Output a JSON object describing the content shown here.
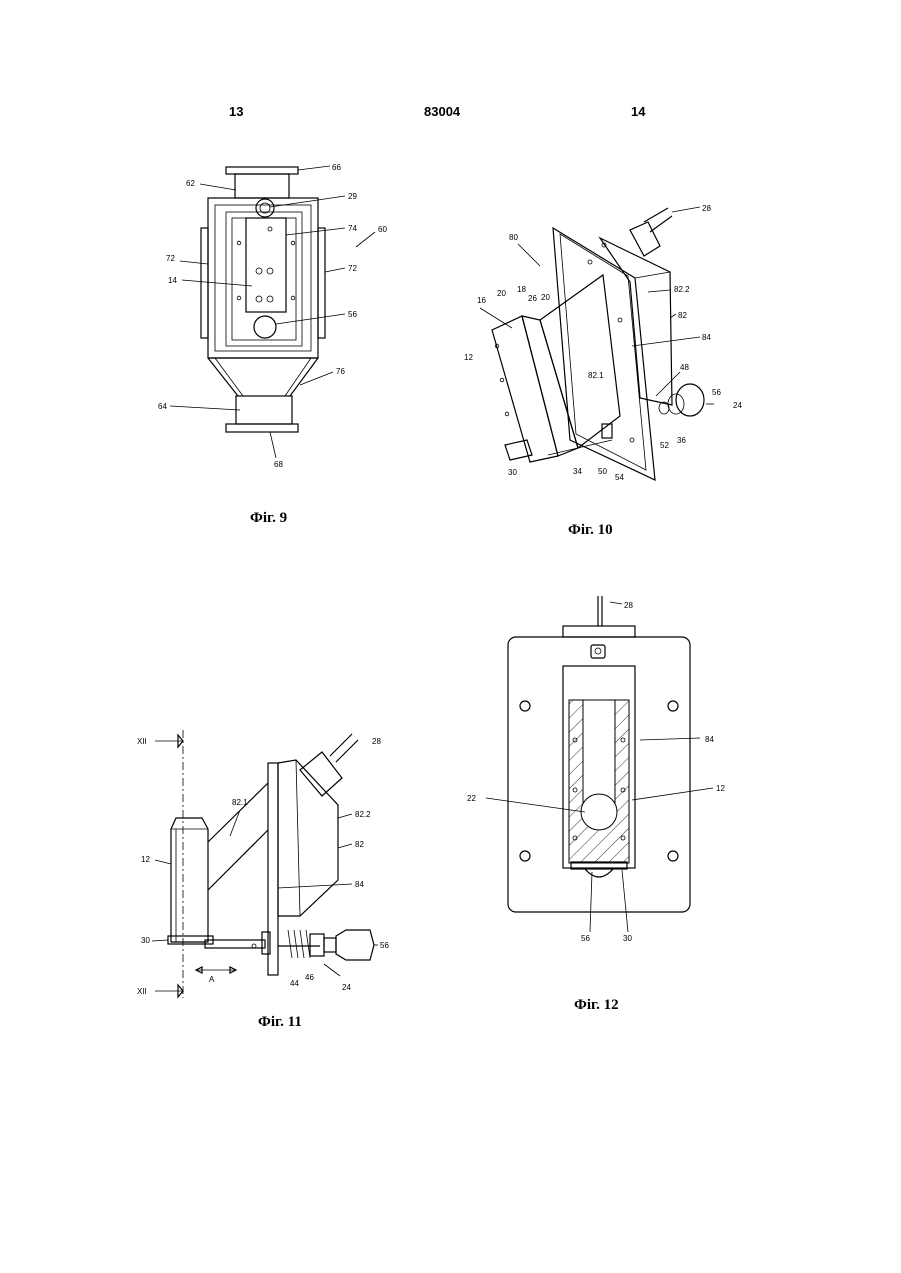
{
  "header": {
    "left_page": "13",
    "patent_number": "83004",
    "right_page": "14"
  },
  "figures": [
    {
      "caption": "Фіг. 9",
      "labels": {
        "l66": "66",
        "l62": "62",
        "l29": "29",
        "l74": "74",
        "l60": "60",
        "l72a": "72",
        "l72b": "72",
        "l14": "14",
        "l56": "56",
        "l76": "76",
        "l64": "64",
        "l68": "68"
      }
    },
    {
      "caption": "Фіг. 10",
      "labels": {
        "l28": "28",
        "l80": "80",
        "l822": "82.2",
        "l82": "82",
        "l20a": "20",
        "l18": "18",
        "l26": "26",
        "l20b": "20",
        "l16": "16",
        "l12": "12",
        "l821": "82.1",
        "l84": "84",
        "l48": "48",
        "l56": "56",
        "l24": "24",
        "l52": "52",
        "l36": "36",
        "l30": "30",
        "l34": "34",
        "l50": "50",
        "l54": "54"
      }
    },
    {
      "caption": "Фіг. 11",
      "labels": {
        "lXIIt": "XII",
        "l28": "28",
        "l821": "82.1",
        "l822": "82.2",
        "l12": "12",
        "l82": "82",
        "l84": "84",
        "l30": "30",
        "lA": "A",
        "l44": "44",
        "l46": "46",
        "l56": "56",
        "l24": "24",
        "lXIIb": "XII"
      }
    },
    {
      "caption": "Фіг. 12",
      "labels": {
        "l28": "28",
        "l84": "84",
        "l22": "22",
        "l12": "12",
        "l56": "56",
        "l30": "30"
      }
    }
  ]
}
